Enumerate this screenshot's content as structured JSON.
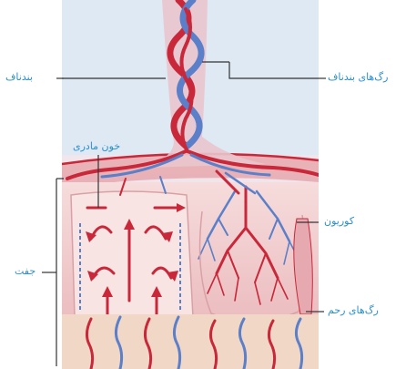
{
  "labels": {
    "umbilical_cord": "بندناف",
    "umbilical_vessels": "رگ‌های بندناف",
    "maternal_blood": "خون مادری",
    "chorion": "کوریون",
    "placenta": "جفت",
    "uterine_vessels": "رگ‌های رحم"
  },
  "colors": {
    "label_text": "#2b8fcf",
    "artery": "#c8283a",
    "vein": "#5b7fc8",
    "tissue": "#f3d2cf",
    "amniotic": "#dfe9f3"
  }
}
